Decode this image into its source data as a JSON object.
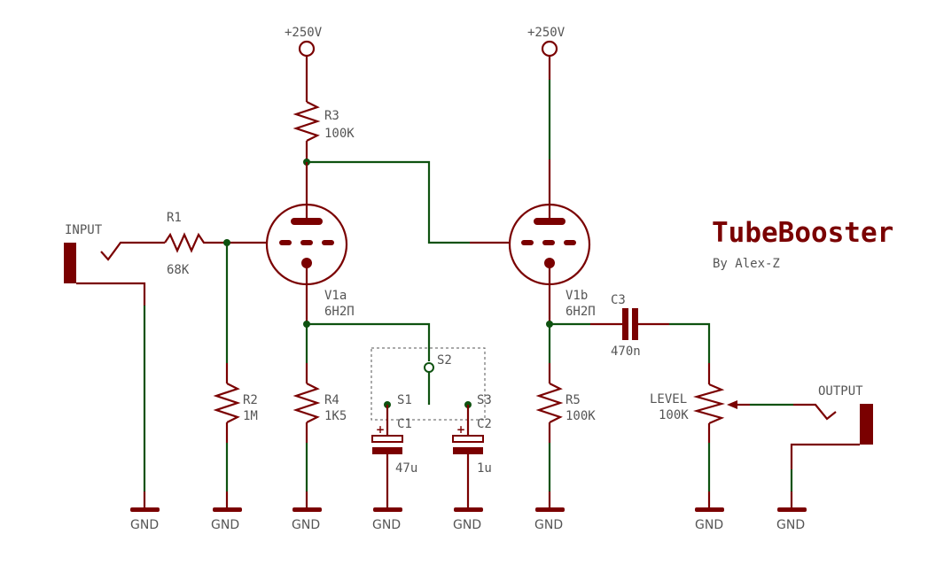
{
  "title": "TubeBooster",
  "author": "By Alex-Z",
  "colors": {
    "component": "#7a0000",
    "net": "#0e5210",
    "label": "#555555"
  },
  "supplies": [
    {
      "label": "+250V"
    },
    {
      "label": "+250V"
    }
  ],
  "resistors": [
    {
      "ref": "R1",
      "value": "68K"
    },
    {
      "ref": "R2",
      "value": "1M"
    },
    {
      "ref": "R3",
      "value": "100K"
    },
    {
      "ref": "R4",
      "value": "1K5"
    },
    {
      "ref": "R5",
      "value": "100K"
    }
  ],
  "tubes": [
    {
      "ref": "V1a",
      "type": "6Н2П"
    },
    {
      "ref": "V1b",
      "type": "6Н2П"
    }
  ],
  "capacitors": [
    {
      "ref": "C1",
      "value": "47u"
    },
    {
      "ref": "C2",
      "value": "1u"
    },
    {
      "ref": "C3",
      "value": "470n"
    }
  ],
  "switch": {
    "common": "S2",
    "pos1": "S1",
    "pos2": "S3"
  },
  "pot": {
    "ref": "LEVEL",
    "value": "100K"
  },
  "jacks": {
    "input": "INPUT",
    "output": "OUTPUT"
  },
  "gnd_label": "GND"
}
